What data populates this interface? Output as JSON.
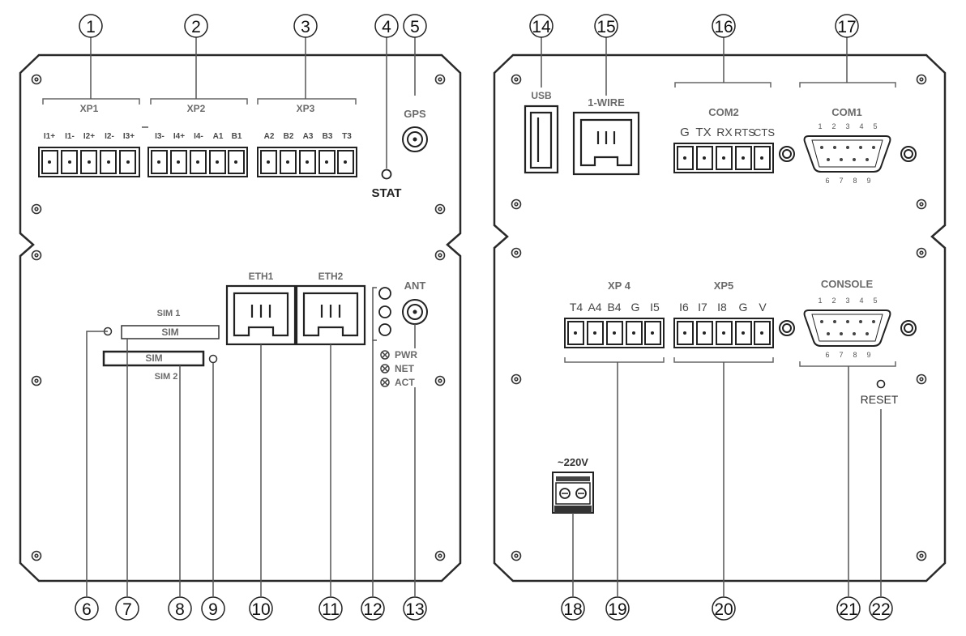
{
  "left_panel": {
    "xp1": {
      "title": "XP1",
      "pins": [
        "I1+",
        "I1-",
        "I2+",
        "I2-",
        "I3+"
      ]
    },
    "xp2": {
      "title": "XP2",
      "pins": [
        "I3-",
        "I4+",
        "I4-",
        "A1",
        "B1"
      ]
    },
    "xp3": {
      "title": "XP3",
      "pins": [
        "A2",
        "B2",
        "A3",
        "B3",
        "T3"
      ]
    },
    "gps": "GPS",
    "stat": "STAT",
    "eth1": "ETH1",
    "eth2": "ETH2",
    "ant": "ANT",
    "sim1": "SIM 1",
    "sim2": "SIM 2",
    "sim_slot_text": "SIM",
    "leds": [
      "PWR",
      "NET",
      "ACT"
    ]
  },
  "right_panel": {
    "usb": "USB",
    "onewire": "1-WIRE",
    "com2": {
      "title": "COM2",
      "pins": [
        "G",
        "TX",
        "RX",
        "RTS",
        "CTS"
      ]
    },
    "com1": {
      "title": "COM1",
      "top_pins": [
        "1",
        "2",
        "3",
        "4",
        "5"
      ],
      "bottom_pins": [
        "6",
        "7",
        "8",
        "9"
      ]
    },
    "xp4": {
      "title": "XP 4",
      "pins": [
        "T4",
        "A4",
        "B4",
        "G",
        "I5"
      ]
    },
    "xp5": {
      "title": "XP5",
      "pins": [
        "I6",
        "I7",
        "I8",
        "G",
        "V"
      ]
    },
    "console": {
      "title": "CONSOLE",
      "top_pins": [
        "1",
        "2",
        "3",
        "4",
        "5"
      ],
      "bottom_pins": [
        "6",
        "7",
        "8",
        "9"
      ]
    },
    "reset": "RESET",
    "power": "~220V"
  },
  "callouts": [
    "1",
    "2",
    "3",
    "4",
    "5",
    "6",
    "7",
    "8",
    "9",
    "10",
    "11",
    "12",
    "13",
    "14",
    "15",
    "16",
    "17",
    "18",
    "19",
    "20",
    "21",
    "22"
  ]
}
